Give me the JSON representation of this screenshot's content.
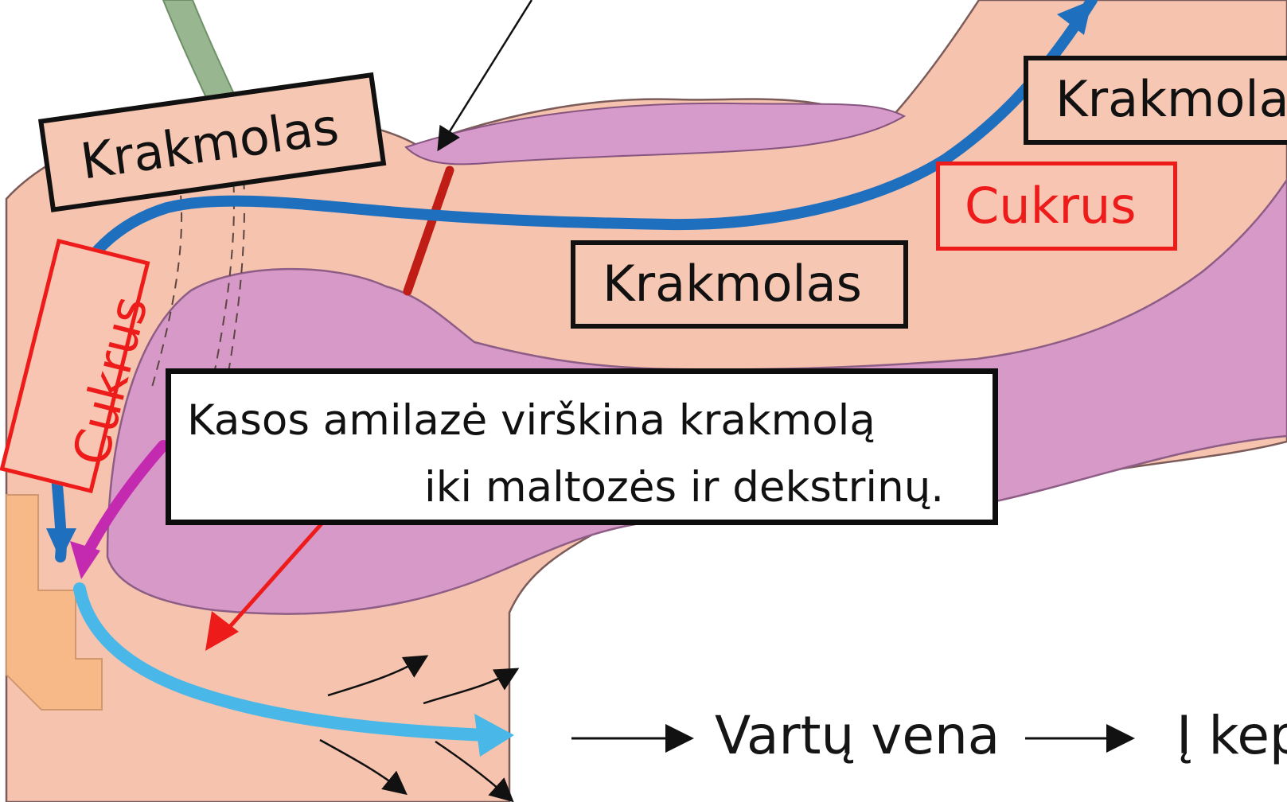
{
  "labels": {
    "starch_left": "Krakmolas",
    "starch_mid": "Krakmolas",
    "starch_right": "Krakmola",
    "sugar_left": "Cukrus",
    "sugar_right": "Cukrus"
  },
  "note": {
    "line1": "Kasos amilazė virškina krakmolą",
    "line2": "iki maltozės ir dekstrinų."
  },
  "flow": {
    "portal_vein": "Vartų vena",
    "to_liver": "Į kep"
  },
  "colors": {
    "tissue_peach": "#f6c3ae",
    "pancreas_pink": "#d79ac8",
    "starch_arrow_blue": "#1f6fbf",
    "sugar_arrow_blue": "#49b8e8",
    "enzyme_red": "#ee1b1b",
    "bile_green": "#92b58b",
    "pancreatic_magenta": "#c42ab0"
  }
}
